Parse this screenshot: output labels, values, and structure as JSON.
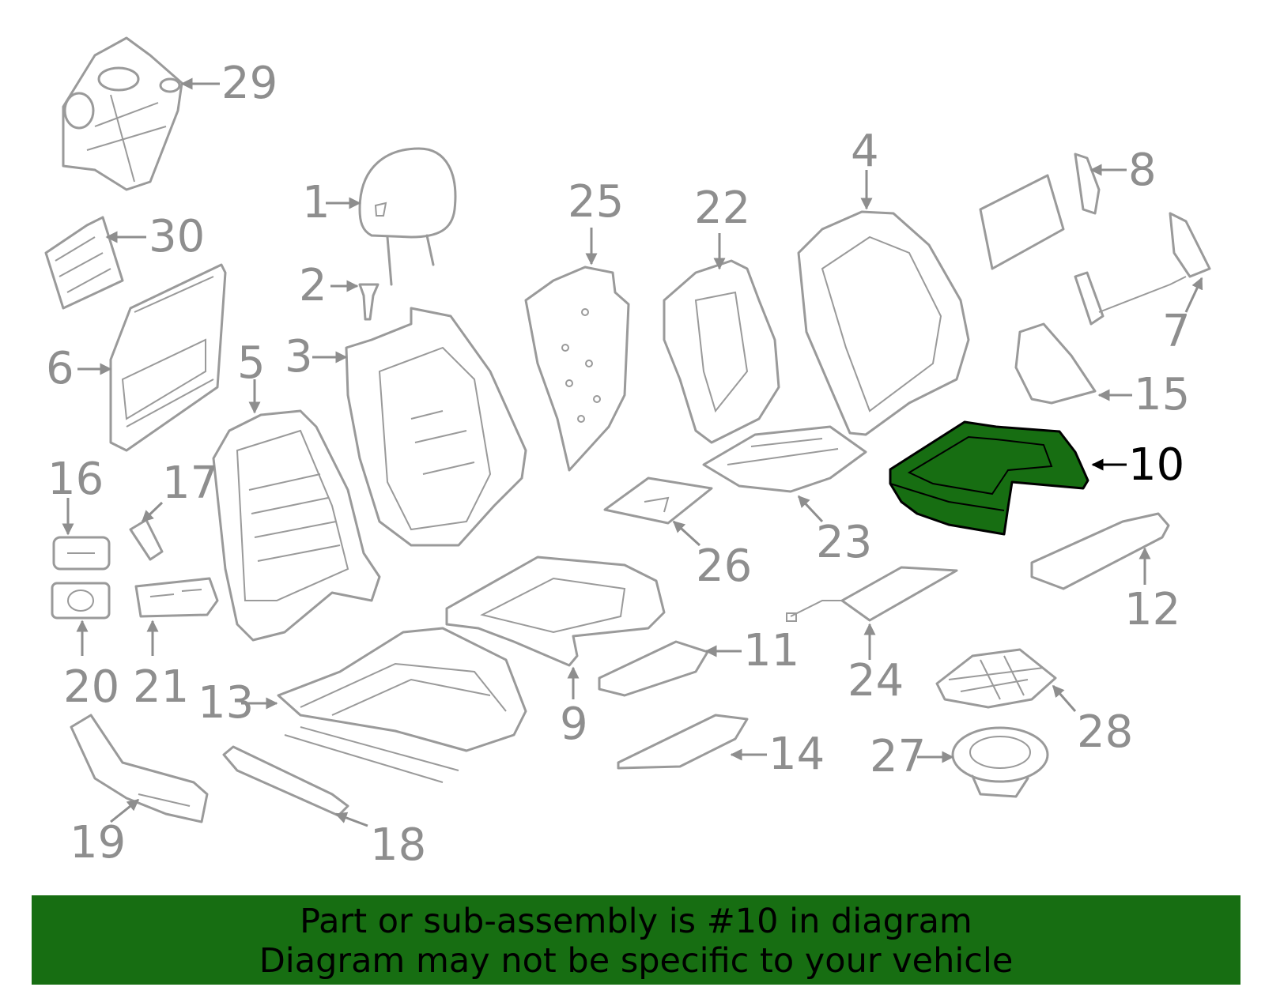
{
  "diagram": {
    "highlighted_part": "10",
    "highlight_color": "#176e12",
    "line_color": "#9a9a9a",
    "callouts": [
      "1",
      "2",
      "3",
      "4",
      "5",
      "6",
      "7",
      "8",
      "9",
      "10",
      "11",
      "12",
      "13",
      "14",
      "15",
      "16",
      "17",
      "18",
      "19",
      "20",
      "21",
      "22",
      "23",
      "24",
      "25",
      "26",
      "27",
      "28",
      "29",
      "30"
    ]
  },
  "banner": {
    "line1": "Part or sub-assembly is #10 in diagram",
    "line2": "Diagram may not be specific to your vehicle",
    "background": "#176e12"
  }
}
